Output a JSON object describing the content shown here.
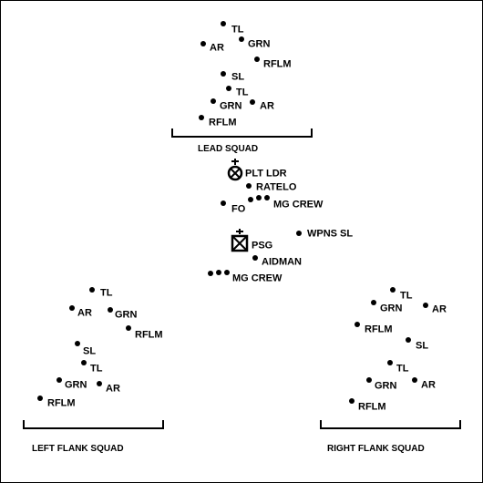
{
  "figure": {
    "lead_squad": {
      "title": "LEAD SQUAD",
      "members": [
        "TL",
        "AR",
        "GRN",
        "RFLM",
        "SL",
        "TL",
        "GRN",
        "AR",
        "RFLM"
      ]
    },
    "hq": {
      "members": [
        "PLT LDR",
        "RATELO",
        "FO",
        "MG CREW",
        "PSG",
        "WPNS SL",
        "AIDMAN",
        "MG CREW"
      ]
    },
    "left_flank_squad": {
      "title": "LEFT FLANK SQUAD",
      "members": [
        "TL",
        "AR",
        "GRN",
        "RFLM",
        "SL",
        "TL",
        "GRN",
        "AR",
        "RFLM"
      ]
    },
    "right_flank_squad": {
      "title": "RIGHT FLANK SQUAD",
      "members": [
        "TL",
        "GRN",
        "AR",
        "RFLM",
        "SL",
        "TL",
        "GRN",
        "AR",
        "RFLM"
      ]
    },
    "colors": {
      "ink": "#000000",
      "background": "#ffffff"
    }
  }
}
